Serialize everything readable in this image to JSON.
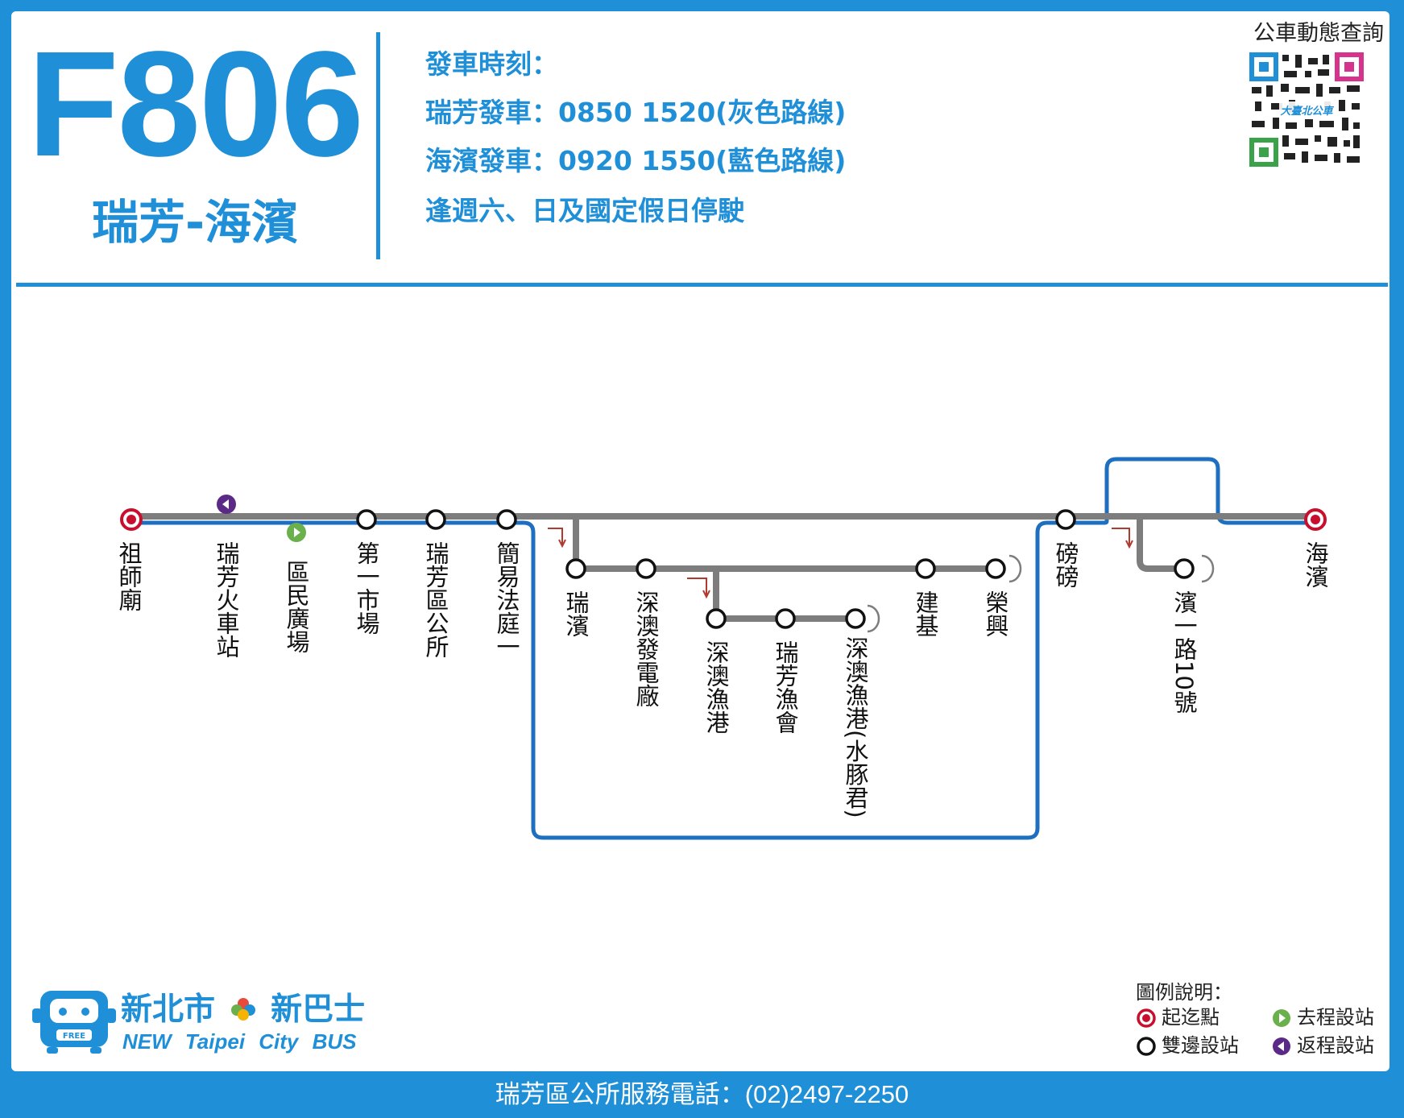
{
  "header": {
    "route_number": "F806",
    "route_name": "瑞芳-海濱",
    "schedule_title": "發車時刻：",
    "schedule_lines": [
      "瑞芳發車：0850 1520(灰色路線)",
      "海濱發車：0920 1550(藍色路線)",
      "逢週六、日及國定假日停駛"
    ],
    "qr_title": "公車動態查詢",
    "qr_caption": "大臺北公車"
  },
  "colors": {
    "brand_blue": "#1f8fd8",
    "gray_route": "#7d7d7d",
    "blue_route": "#1e6fbf",
    "terminal_red": "#c8102e",
    "outbound_green": "#6ab04c",
    "return_purple": "#5b2a86"
  },
  "stations": {
    "zushimiao": "祖師廟",
    "ruifang_station": "瑞芳火車站",
    "qumin_square": "區民廣場",
    "first_market": "第一市場",
    "district_office": "瑞芳區公所",
    "simple_court": "簡易法庭一",
    "ruibin": "瑞濱",
    "shenao_power": "深澳發電廠",
    "shenao_harbor": "深澳漁港",
    "ruifang_fish": "瑞芳漁會",
    "shenao_harbor_dolphin": "深澳漁港(水豚君)",
    "jianji": "建基",
    "rongxing": "榮興",
    "pangpang": "磅磅",
    "binyi_road": "濱一路10號",
    "haibin": "海濱"
  },
  "legend": {
    "title": "圖例說明：",
    "terminal": "起迄點",
    "outbound": "去程設站",
    "both": "雙邊設站",
    "return": "返程設站"
  },
  "brand": {
    "cn": "新北市",
    "cn2": "新巴士",
    "en": "NEW Taipei City BUS",
    "bus_tag": "FREE"
  },
  "footer": {
    "phone": "瑞芳區公所服務電話：(02)2497-2250"
  }
}
